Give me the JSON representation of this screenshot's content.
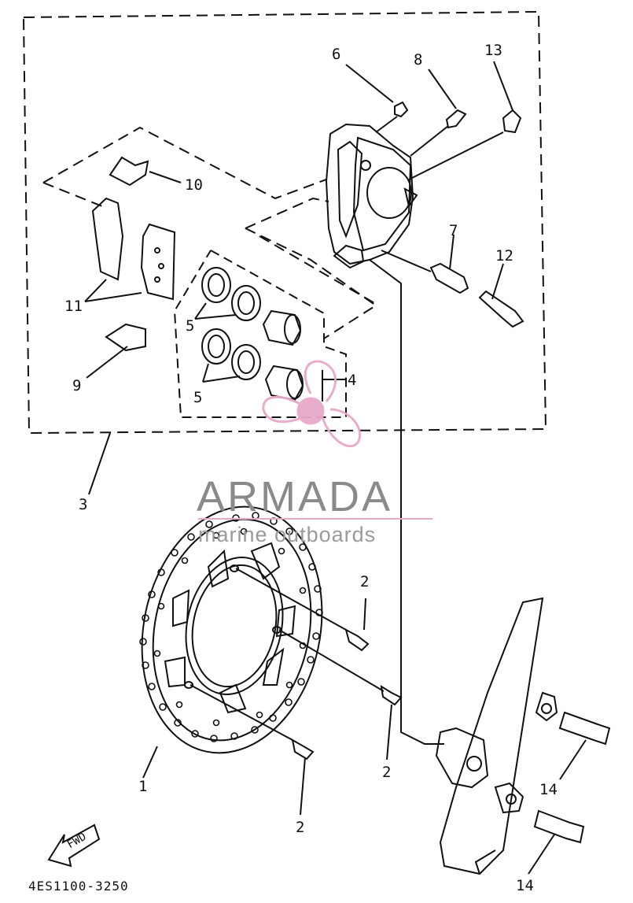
{
  "diagram": {
    "callouts": {
      "c1": "1",
      "c2a": "2",
      "c2b": "2",
      "c2c": "2",
      "c3": "3",
      "c4": "4",
      "c5a": "5",
      "c5b": "5",
      "c6": "6",
      "c7": "7",
      "c8": "8",
      "c9": "9",
      "c10": "10",
      "c11": "11",
      "c12": "12",
      "c13": "13",
      "c14a": "14",
      "c14b": "14"
    },
    "fwd_label": "FWD",
    "part_code": "4ES1100-3250"
  },
  "watermark": {
    "brand": "ARMADA",
    "tagline": "marine outboards",
    "accent_color": "#e7a9c8"
  }
}
